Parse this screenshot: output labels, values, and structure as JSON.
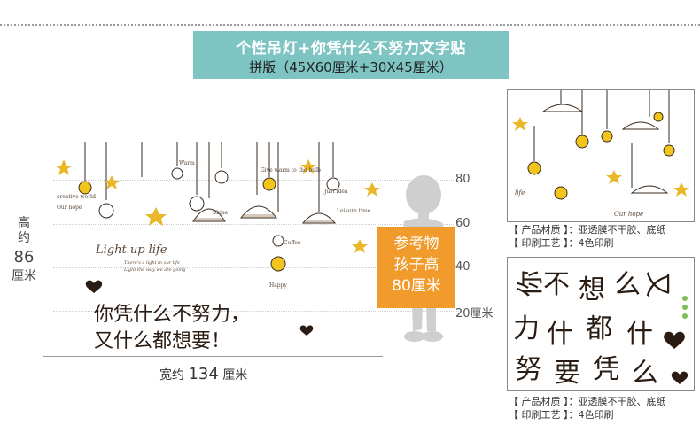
{
  "header": {
    "title": "个性吊灯+你凭什么不努力文字贴",
    "subtitle": "拼版（45X60厘米+30X45厘米）"
  },
  "dimensions": {
    "height_label_1": "高",
    "height_label_2": "约",
    "height_value": "86",
    "height_unit": "厘米",
    "width_prefix": "宽约",
    "width_value": "134",
    "width_unit": "厘米"
  },
  "scale": {
    "marks": [
      "80",
      "60",
      "40",
      "20厘米"
    ]
  },
  "reference": {
    "line1": "参考物",
    "line2": "孩子高",
    "line3": "80厘米"
  },
  "decal": {
    "label_creative": "creative world",
    "label_ourhope": "Our hope",
    "label_warm": "Warm",
    "label_shine": "Shine",
    "label_warmbulb": "Give warm to the bulb",
    "label_justidea": "Just idea",
    "label_leisure": "Leisure time",
    "label_coffee": "Coffee",
    "label_happy": "Happy",
    "script_main": "Light up life",
    "script_sub1": "There's a light in our life",
    "script_sub2": "Light the way we are going",
    "slogan_line1": "你凭什么不努力，",
    "slogan_line2": "又什么都想要！"
  },
  "specs": [
    {
      "material": "【 产品材质 】：亚透膜不干胶、底纸",
      "print": "【 印刷工艺 】：4色印刷"
    },
    {
      "material": "【 产品材质 】：亚透膜不干胶、底纸",
      "print": "【 印刷工艺 】：4色印刷"
    }
  ],
  "colors": {
    "title_bg": "#7ec4c3",
    "reference_bg": "#f29b2d",
    "bulb_yellow": "#f2c51c",
    "star_yellow": "#e9b728",
    "ink": "#3b2a1e"
  }
}
